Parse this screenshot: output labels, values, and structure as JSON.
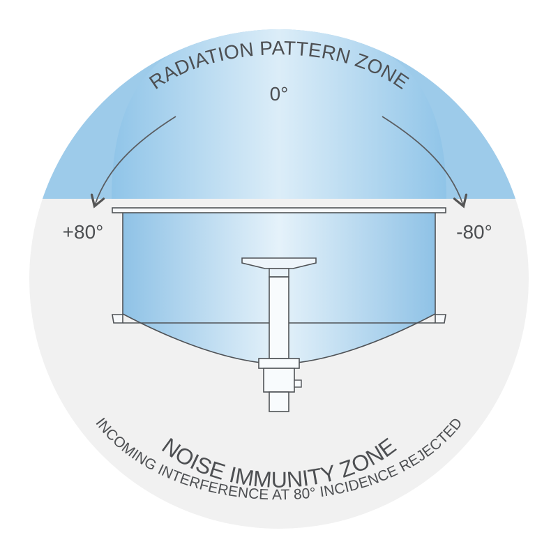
{
  "labels": {
    "radiation_zone": "RADIATION PATTERN ZONE",
    "angle_zero": "0°",
    "angle_left": "+80°",
    "angle_right": "-80°",
    "noise_zone": "NOISE IMMUNITY ZONE",
    "noise_subtitle": "INCOMING INTERFERENCE AT 80° INCIDENCE REJECTED"
  },
  "colors": {
    "sky_blue": "#9dcbea",
    "zone_gray": "#f1f1f1",
    "outline": "#4f5256"
  }
}
